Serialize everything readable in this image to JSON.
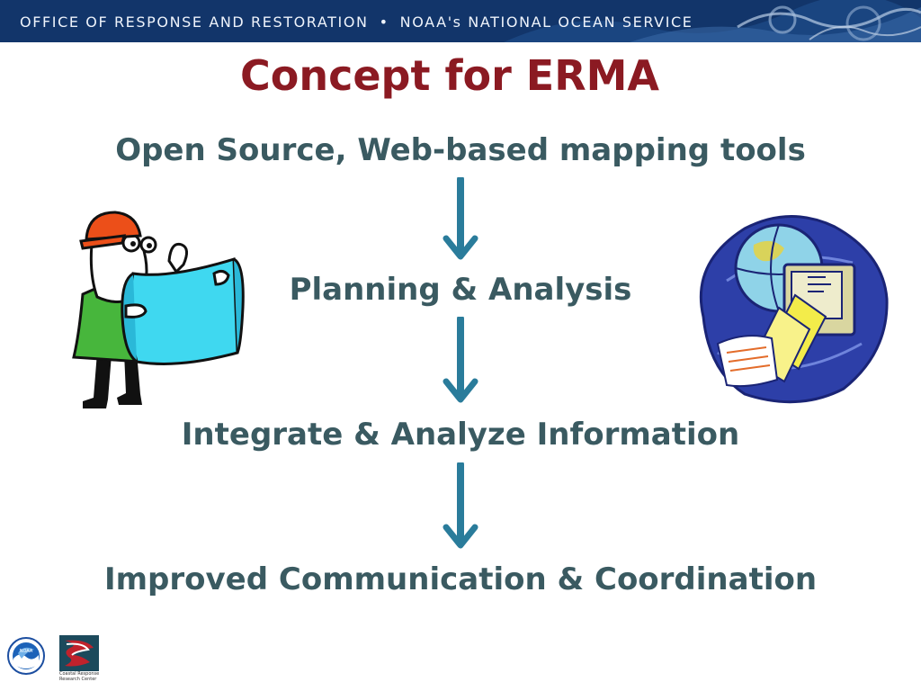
{
  "header": {
    "office": "OFFICE OF RESPONSE AND RESTORATION",
    "separator": "•",
    "service": "NOAA's NATIONAL OCEAN SERVICE"
  },
  "slide": {
    "title": "Concept for ERMA",
    "steps": [
      "Open Source, Web-based mapping tools",
      "Planning & Analysis",
      "Integrate & Analyze Information",
      "Improved Communication & Coordination"
    ]
  },
  "logos": {
    "noaa_text": "NOAA",
    "crrc_caption": "Coastal Response Research Center"
  },
  "colors": {
    "title": "#8b1a22",
    "steps": "#3a5a61",
    "arrows": "#2a7c9b",
    "banner": "#12356a"
  }
}
